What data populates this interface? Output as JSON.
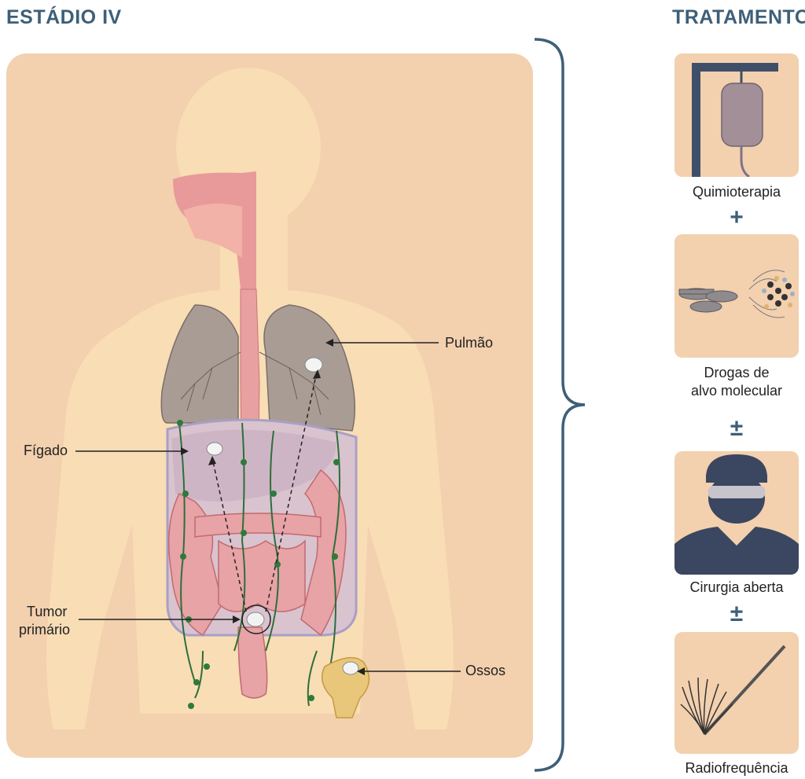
{
  "stage_title": "ESTÁDIO IV",
  "treatment_title": "TRATAMENTO",
  "anatomy_labels": {
    "lung": "Pulmão",
    "liver": "Fígado",
    "primary_tumor_line1": "Tumor",
    "primary_tumor_line2": "primário",
    "bones": "Ossos"
  },
  "treatments": [
    {
      "label": "Quimioterapia",
      "icon": "iv-drip-icon"
    },
    {
      "label_line1": "Drogas de",
      "label_line2": "alvo molecular",
      "icon": "pills-molecule-icon"
    },
    {
      "label": "Cirurgia aberta",
      "icon": "surgeon-icon"
    },
    {
      "label": "Radiofrequência",
      "icon": "radiofrequency-needle-icon"
    }
  ],
  "operators": [
    "+",
    "±",
    "±"
  ],
  "colors": {
    "accent": "#3e5f78",
    "panel": "#f3d0ae"
  }
}
